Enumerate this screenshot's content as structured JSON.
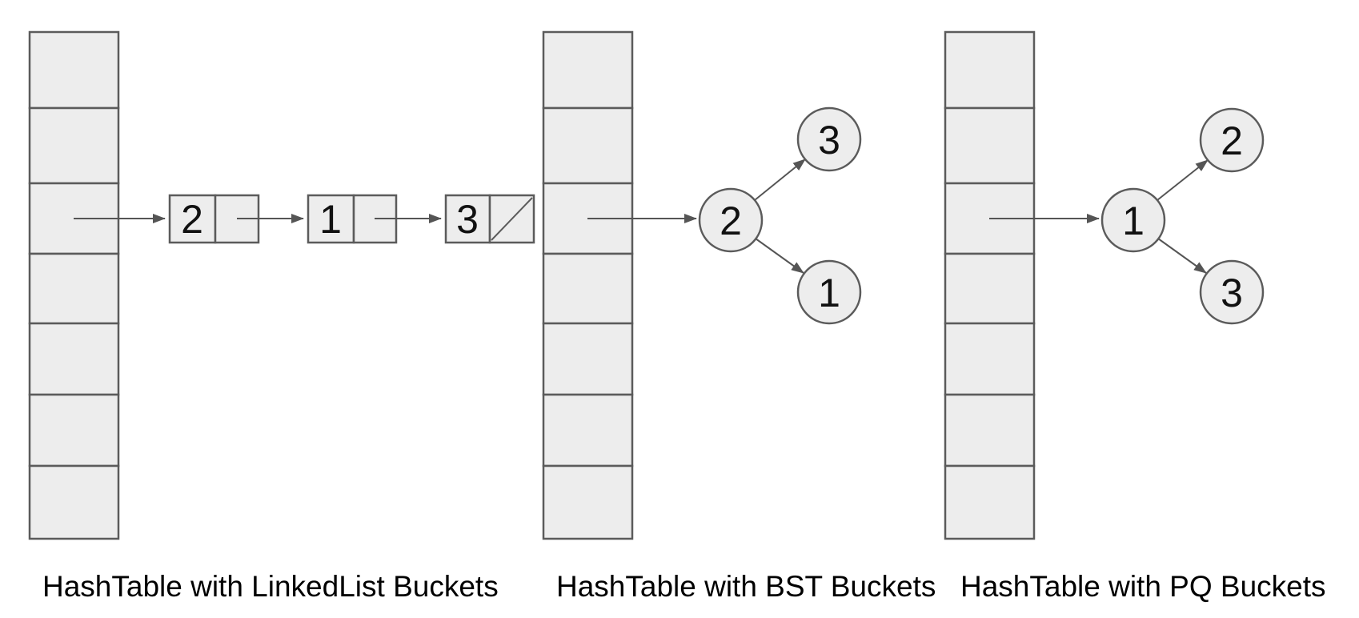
{
  "figure": {
    "background": "#ffffff",
    "colors": {
      "cell_fill": "#ededed",
      "outline_stroke": "#5b5b5b",
      "arrow_stroke": "#555555",
      "text_color": "#000000"
    },
    "diagrams": [
      {
        "id": "linkedlist",
        "caption": "HashTable with LinkedList Buckets",
        "bucket_type": "LinkedList",
        "array_rows": 7,
        "bucket_row_index": 3,
        "nodes": [
          "2",
          "1",
          "3"
        ],
        "null_terminated": true
      },
      {
        "id": "bst",
        "caption": "HashTable with BST Buckets",
        "bucket_type": "BST",
        "array_rows": 7,
        "bucket_row_index": 3,
        "root": "2",
        "children": [
          "3",
          "1"
        ]
      },
      {
        "id": "pq",
        "caption": "HashTable with PQ Buckets",
        "bucket_type": "PQ",
        "array_rows": 7,
        "bucket_row_index": 3,
        "root": "1",
        "children": [
          "2",
          "3"
        ]
      }
    ]
  }
}
